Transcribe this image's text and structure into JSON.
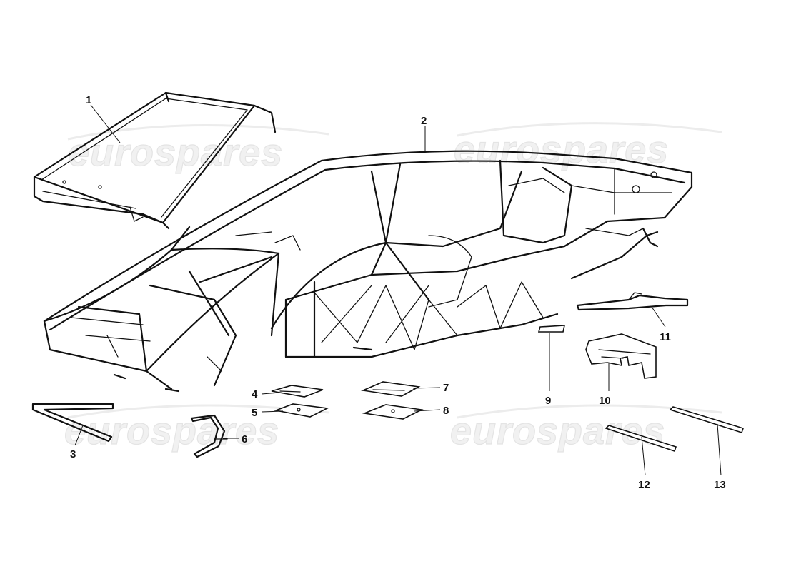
{
  "watermark": {
    "text": "eurospares"
  },
  "callouts": [
    {
      "id": "1",
      "label": "1",
      "part": "roof-frame"
    },
    {
      "id": "2",
      "label": "2",
      "part": "chassis-frame"
    },
    {
      "id": "3",
      "label": "3",
      "part": "front-strut"
    },
    {
      "id": "4",
      "label": "4",
      "part": "plate-4"
    },
    {
      "id": "5",
      "label": "5",
      "part": "plate-5"
    },
    {
      "id": "6",
      "label": "6",
      "part": "bent-bracket"
    },
    {
      "id": "7",
      "label": "7",
      "part": "plate-7"
    },
    {
      "id": "8",
      "label": "8",
      "part": "plate-8"
    },
    {
      "id": "9",
      "label": "9",
      "part": "small-shim"
    },
    {
      "id": "10",
      "label": "10",
      "part": "insulation-panel"
    },
    {
      "id": "11",
      "label": "11",
      "part": "side-rod"
    },
    {
      "id": "12",
      "label": "12",
      "part": "bar-12"
    },
    {
      "id": "13",
      "label": "13",
      "part": "bar-13"
    }
  ]
}
